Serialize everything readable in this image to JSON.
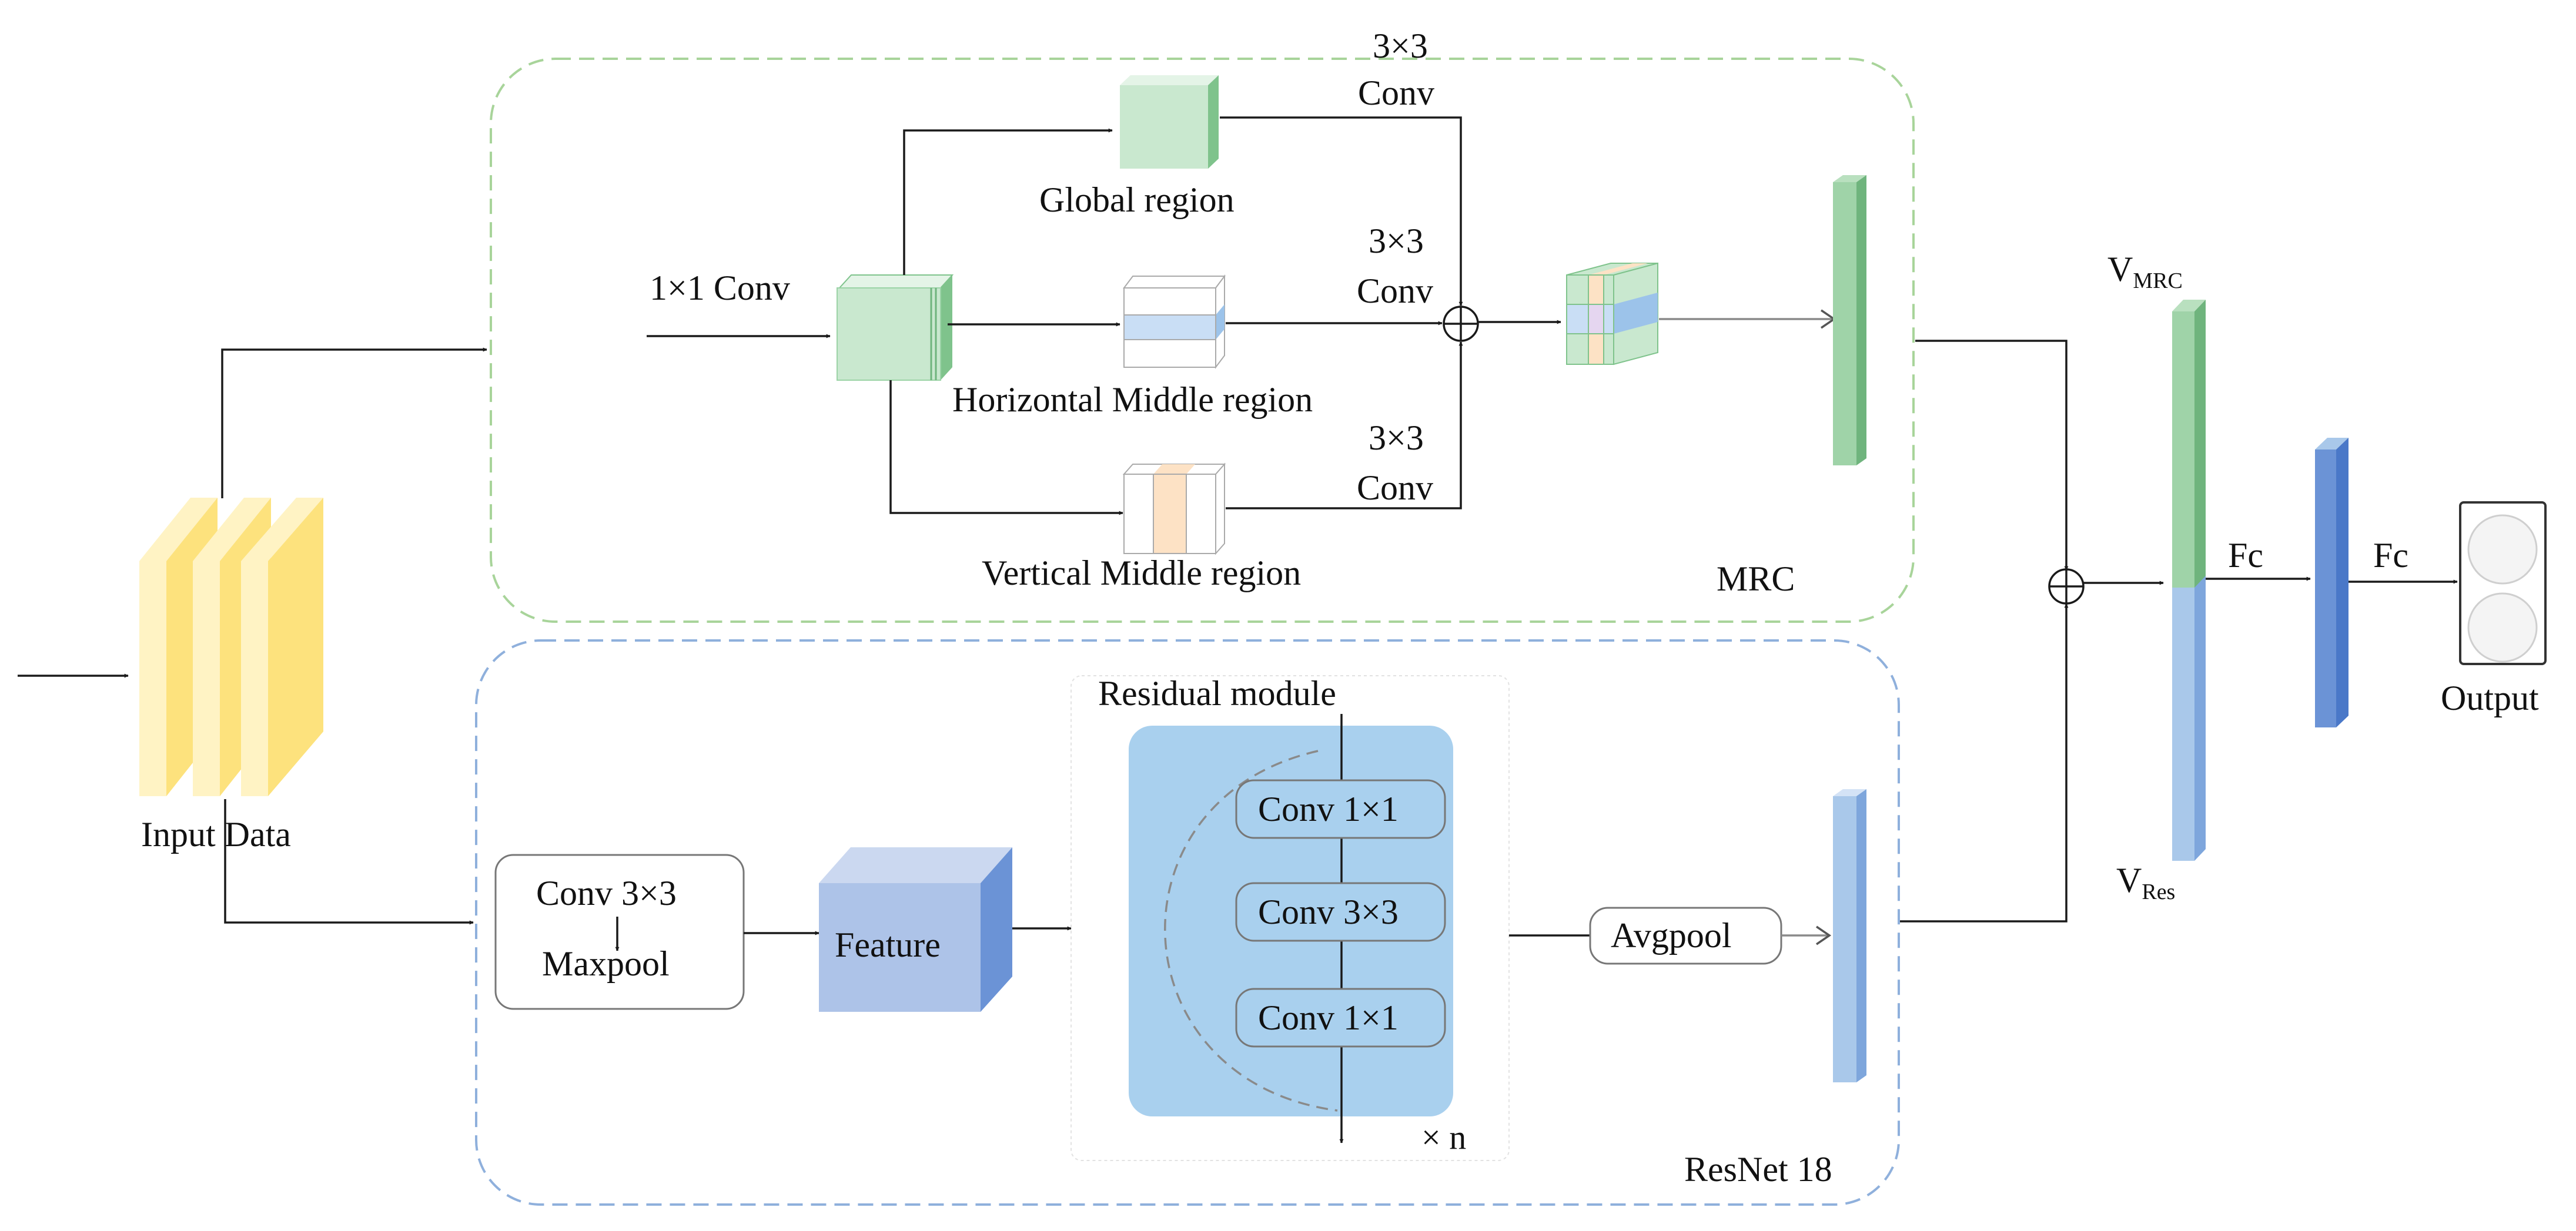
{
  "diagram": {
    "mrc": {
      "label": "MRC",
      "input_label": "1×1 Conv",
      "branches": [
        {
          "region_label": "Global region",
          "conv_line1": "3×3",
          "conv_line2": "Conv"
        },
        {
          "region_label": "Horizontal Middle region",
          "conv_line1": "3×3",
          "conv_line2": "Conv"
        },
        {
          "region_label": "Vertical Middle region",
          "conv_line1": "3×3",
          "conv_line2": "Conv"
        }
      ]
    },
    "input": {
      "label": "Input Data"
    },
    "resnet": {
      "label": "ResNet 18",
      "stem_line1": "Conv 3×3",
      "stem_line2": "Maxpool",
      "feature_label": "Feature",
      "residual_title": "Residual module",
      "residual_layers": [
        "Conv 1×1",
        "Conv 3×3",
        "Conv 1×1"
      ],
      "repeat_label": "× n",
      "avgpool_label": "Avgpool"
    },
    "fusion": {
      "v_mrc_main": "V",
      "v_mrc_sub": "MRC",
      "v_res_main": "V",
      "v_res_sub": "Res",
      "fc1_label": "Fc",
      "fc2_label": "Fc",
      "output_label": "Output"
    },
    "colors": {
      "mrc_border": "#a8d49a",
      "resnet_border": "#8fb0dc",
      "green_face": "#c9e8cf",
      "green_side": "#7fc38c",
      "yellow_face": "#fde27d",
      "yellow_light": "#fff3c4",
      "blue_feature": "#adc3e8",
      "blue_residual": "#a9d0ee",
      "blue_vector": "#a9c8ea",
      "fc_blue": "#6b93d6"
    }
  }
}
